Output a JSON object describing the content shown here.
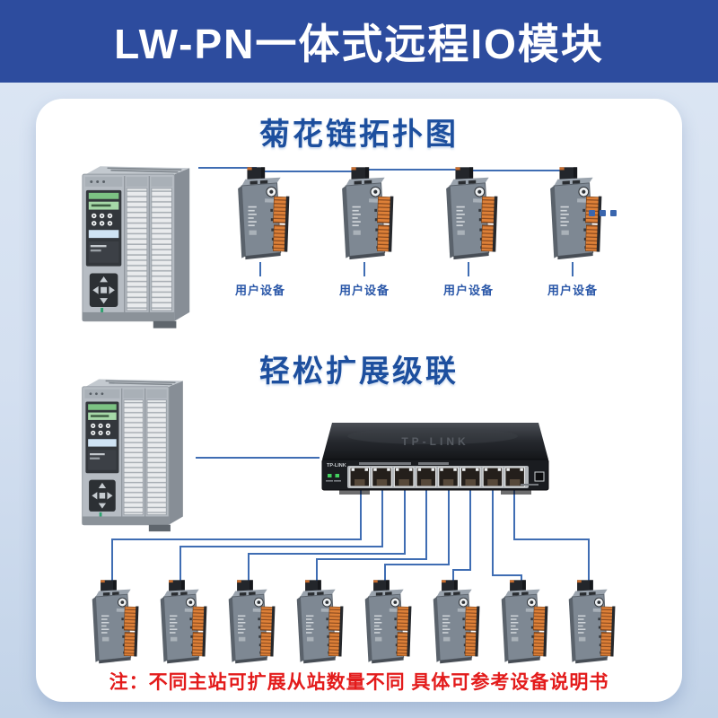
{
  "banner": {
    "title": "LW-PN一体式远程IO模块"
  },
  "section_daisy": {
    "title": "菊花链拓扑图",
    "device_labels": [
      "用户设备",
      "用户设备",
      "用户设备",
      "用户设备"
    ],
    "more_indicator": "..."
  },
  "section_cascade": {
    "title": "轻松扩展级联",
    "switch_brand": "TP-LINK",
    "note": "注：不同主站可扩展从站数量不同 具体可参考设备说明书"
  },
  "device_counts": {
    "daisy_io_modules": 4,
    "cascade_io_modules": 8,
    "switch_ports": 8,
    "plc_masters": 2
  },
  "colors": {
    "banner_bg": "#2d4c9e",
    "title_blue": "#1d4f9e",
    "label_blue": "#2a57a8",
    "line_blue": "#3f6db3",
    "note_red": "#e31b1b",
    "terminal_orange": "#dd8038"
  }
}
